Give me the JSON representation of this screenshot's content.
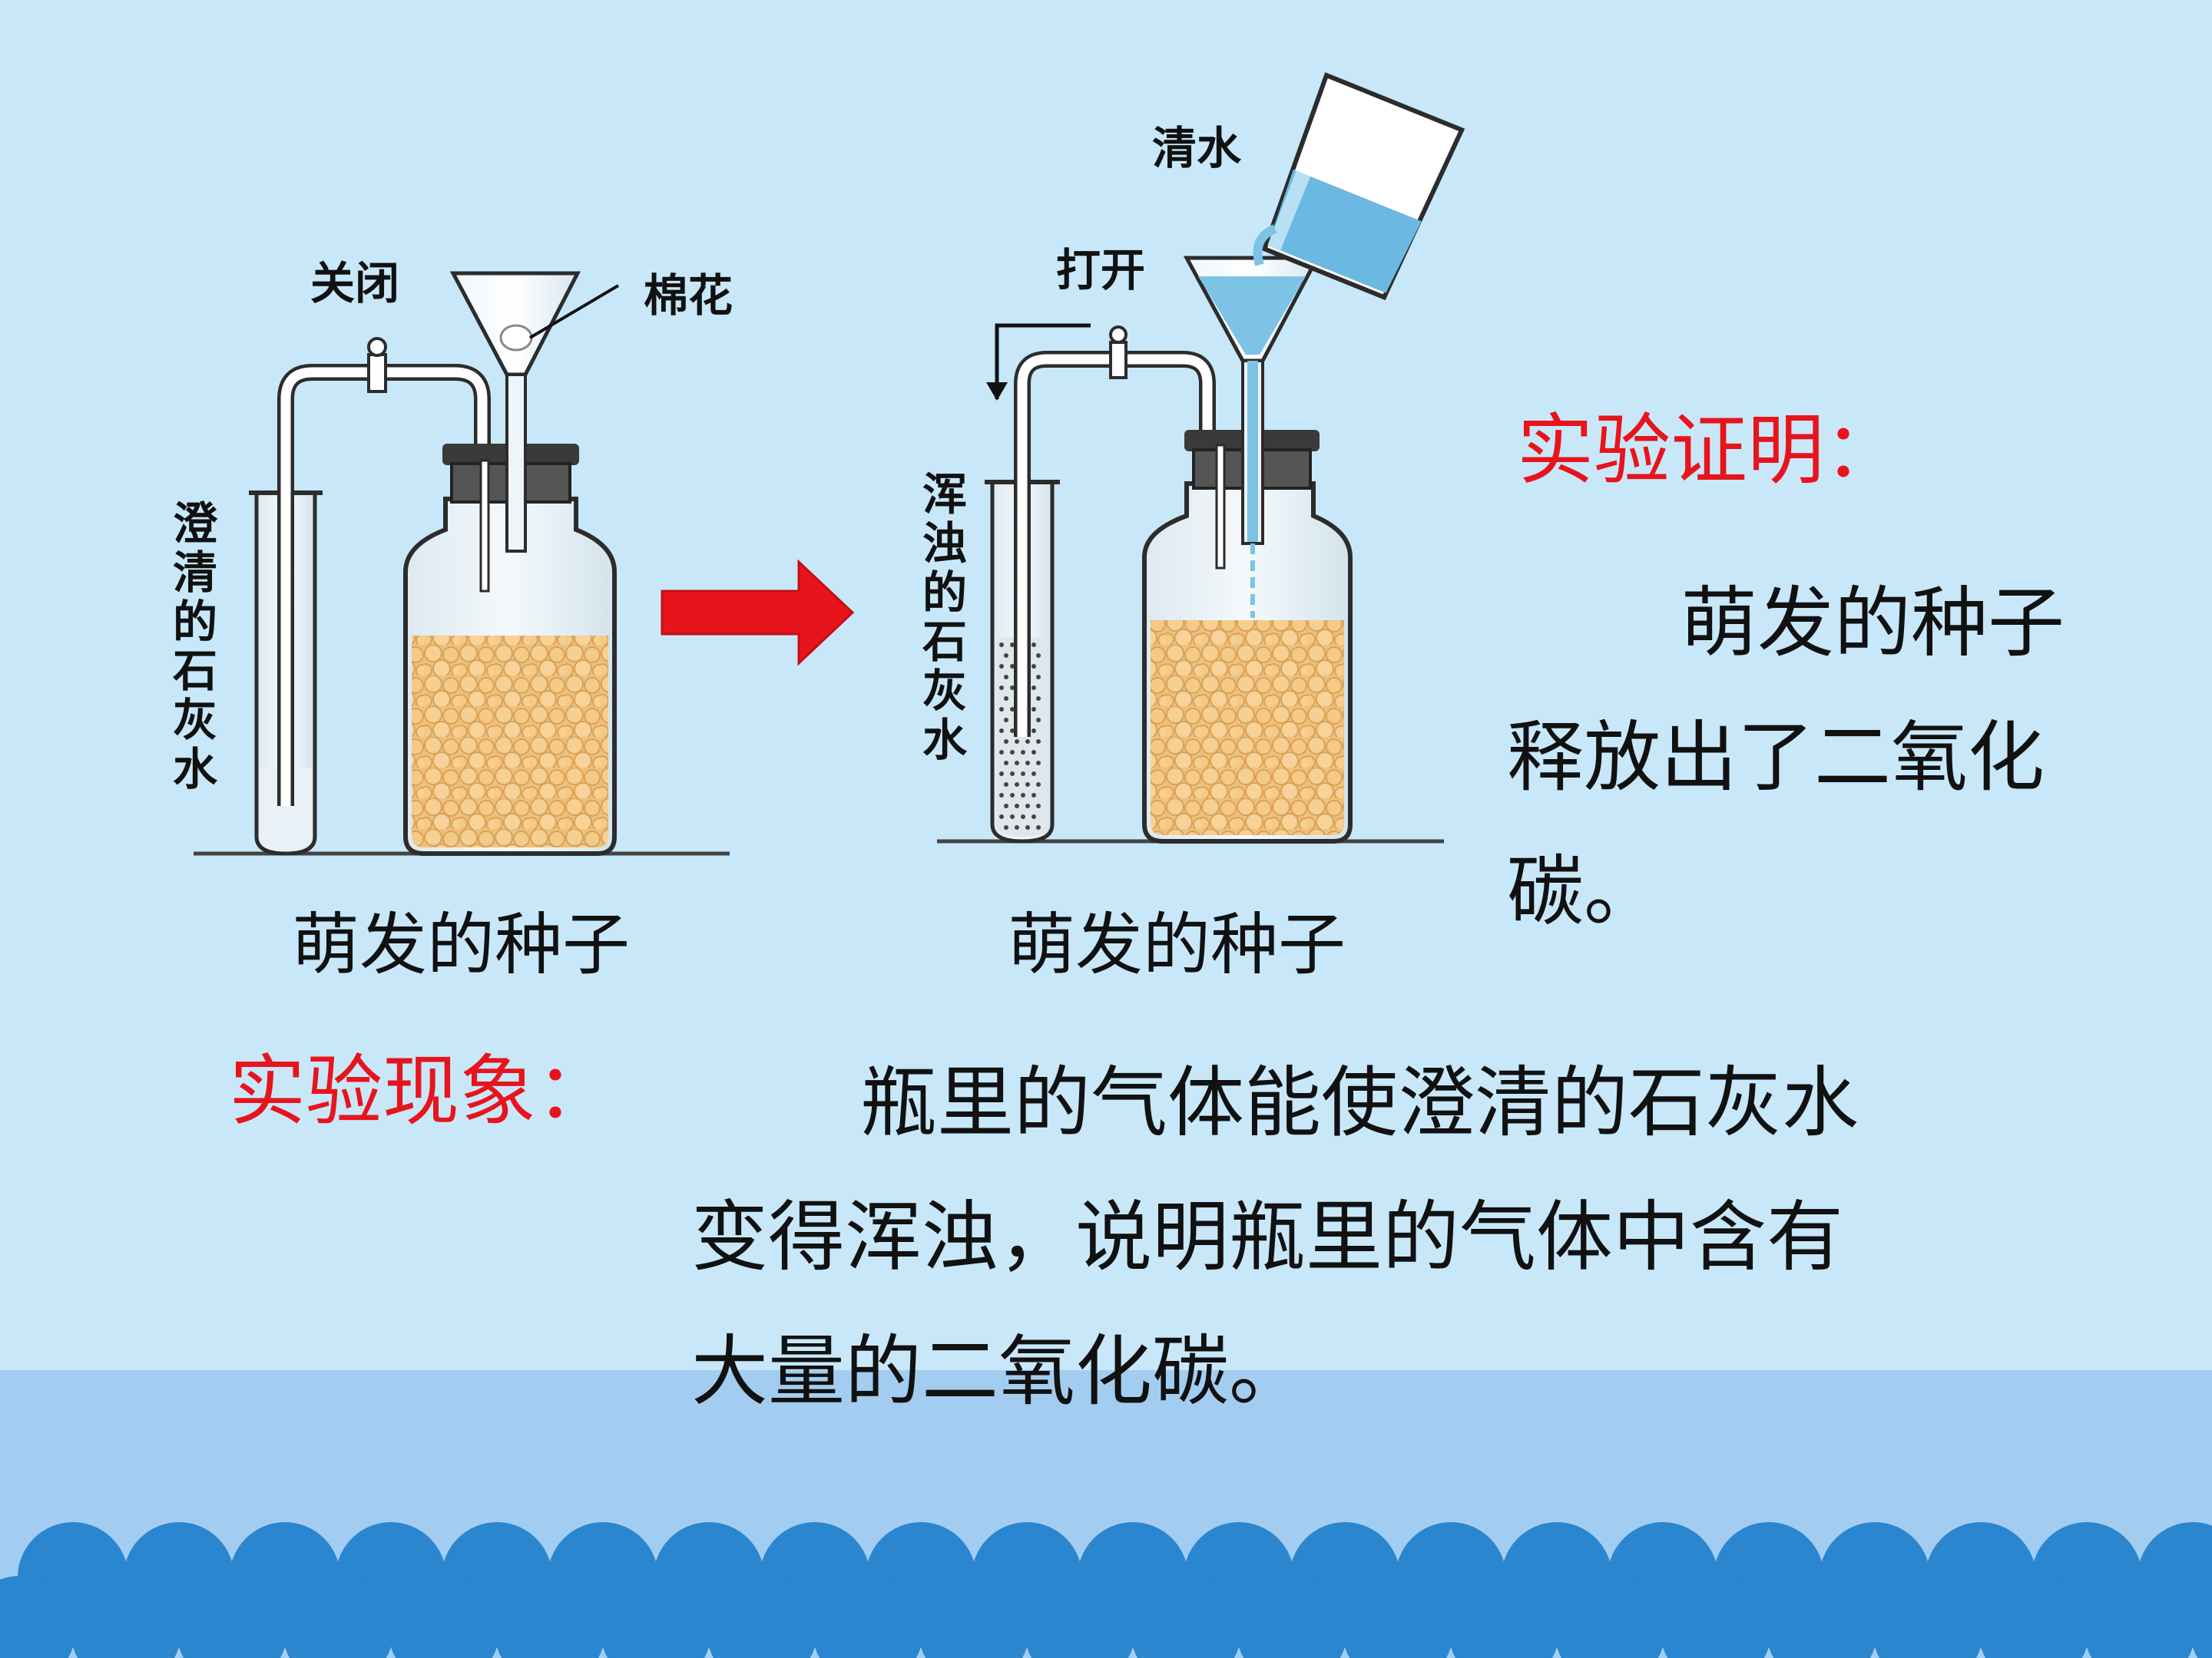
{
  "left_diagram": {
    "valve_label": "关闭",
    "cotton_label": "棉花",
    "tube_label": "澄清的石灰水",
    "caption": "萌发的种子"
  },
  "right_diagram": {
    "water_label": "清水",
    "valve_label": "打开",
    "tube_label": "浑浊的石灰水",
    "caption": "萌发的种子"
  },
  "proof": {
    "heading": "实验证明：",
    "line1": "萌发的种子",
    "line2": "释放出了二氧化",
    "line3": "碳。"
  },
  "phenomenon": {
    "heading": "实验现象：",
    "line1": "瓶里的气体能使澄清的石灰水",
    "line2": "变得浑浊，说明瓶里的气体中含有",
    "line3": "大量的二氧化碳。"
  },
  "colors": {
    "background": "#c8e8fa",
    "wave_dark": "#2a86cf",
    "wave_light": "#a3cdf0",
    "arrow": "#e8141c",
    "heading": "#e8141c",
    "seeds": "#f0c07a"
  }
}
